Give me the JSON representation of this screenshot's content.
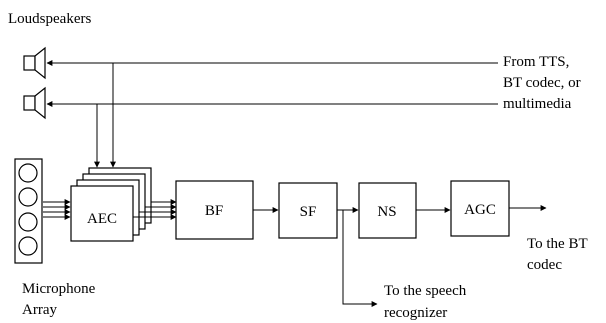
{
  "labels": {
    "loudspeakers": "Loudspeakers",
    "source_line1": "From TTS,",
    "source_line2": "BT codec, or",
    "source_line3": "multimedia",
    "mic_line1": "Microphone",
    "mic_line2": "Array",
    "bt_line1": "To the BT",
    "bt_line2": "codec",
    "speech_line1": "To the speech",
    "speech_line2": "recognizer"
  },
  "blocks": {
    "aec": "AEC",
    "bf": "BF",
    "sf": "SF",
    "ns": "NS",
    "agc": "AGC"
  }
}
